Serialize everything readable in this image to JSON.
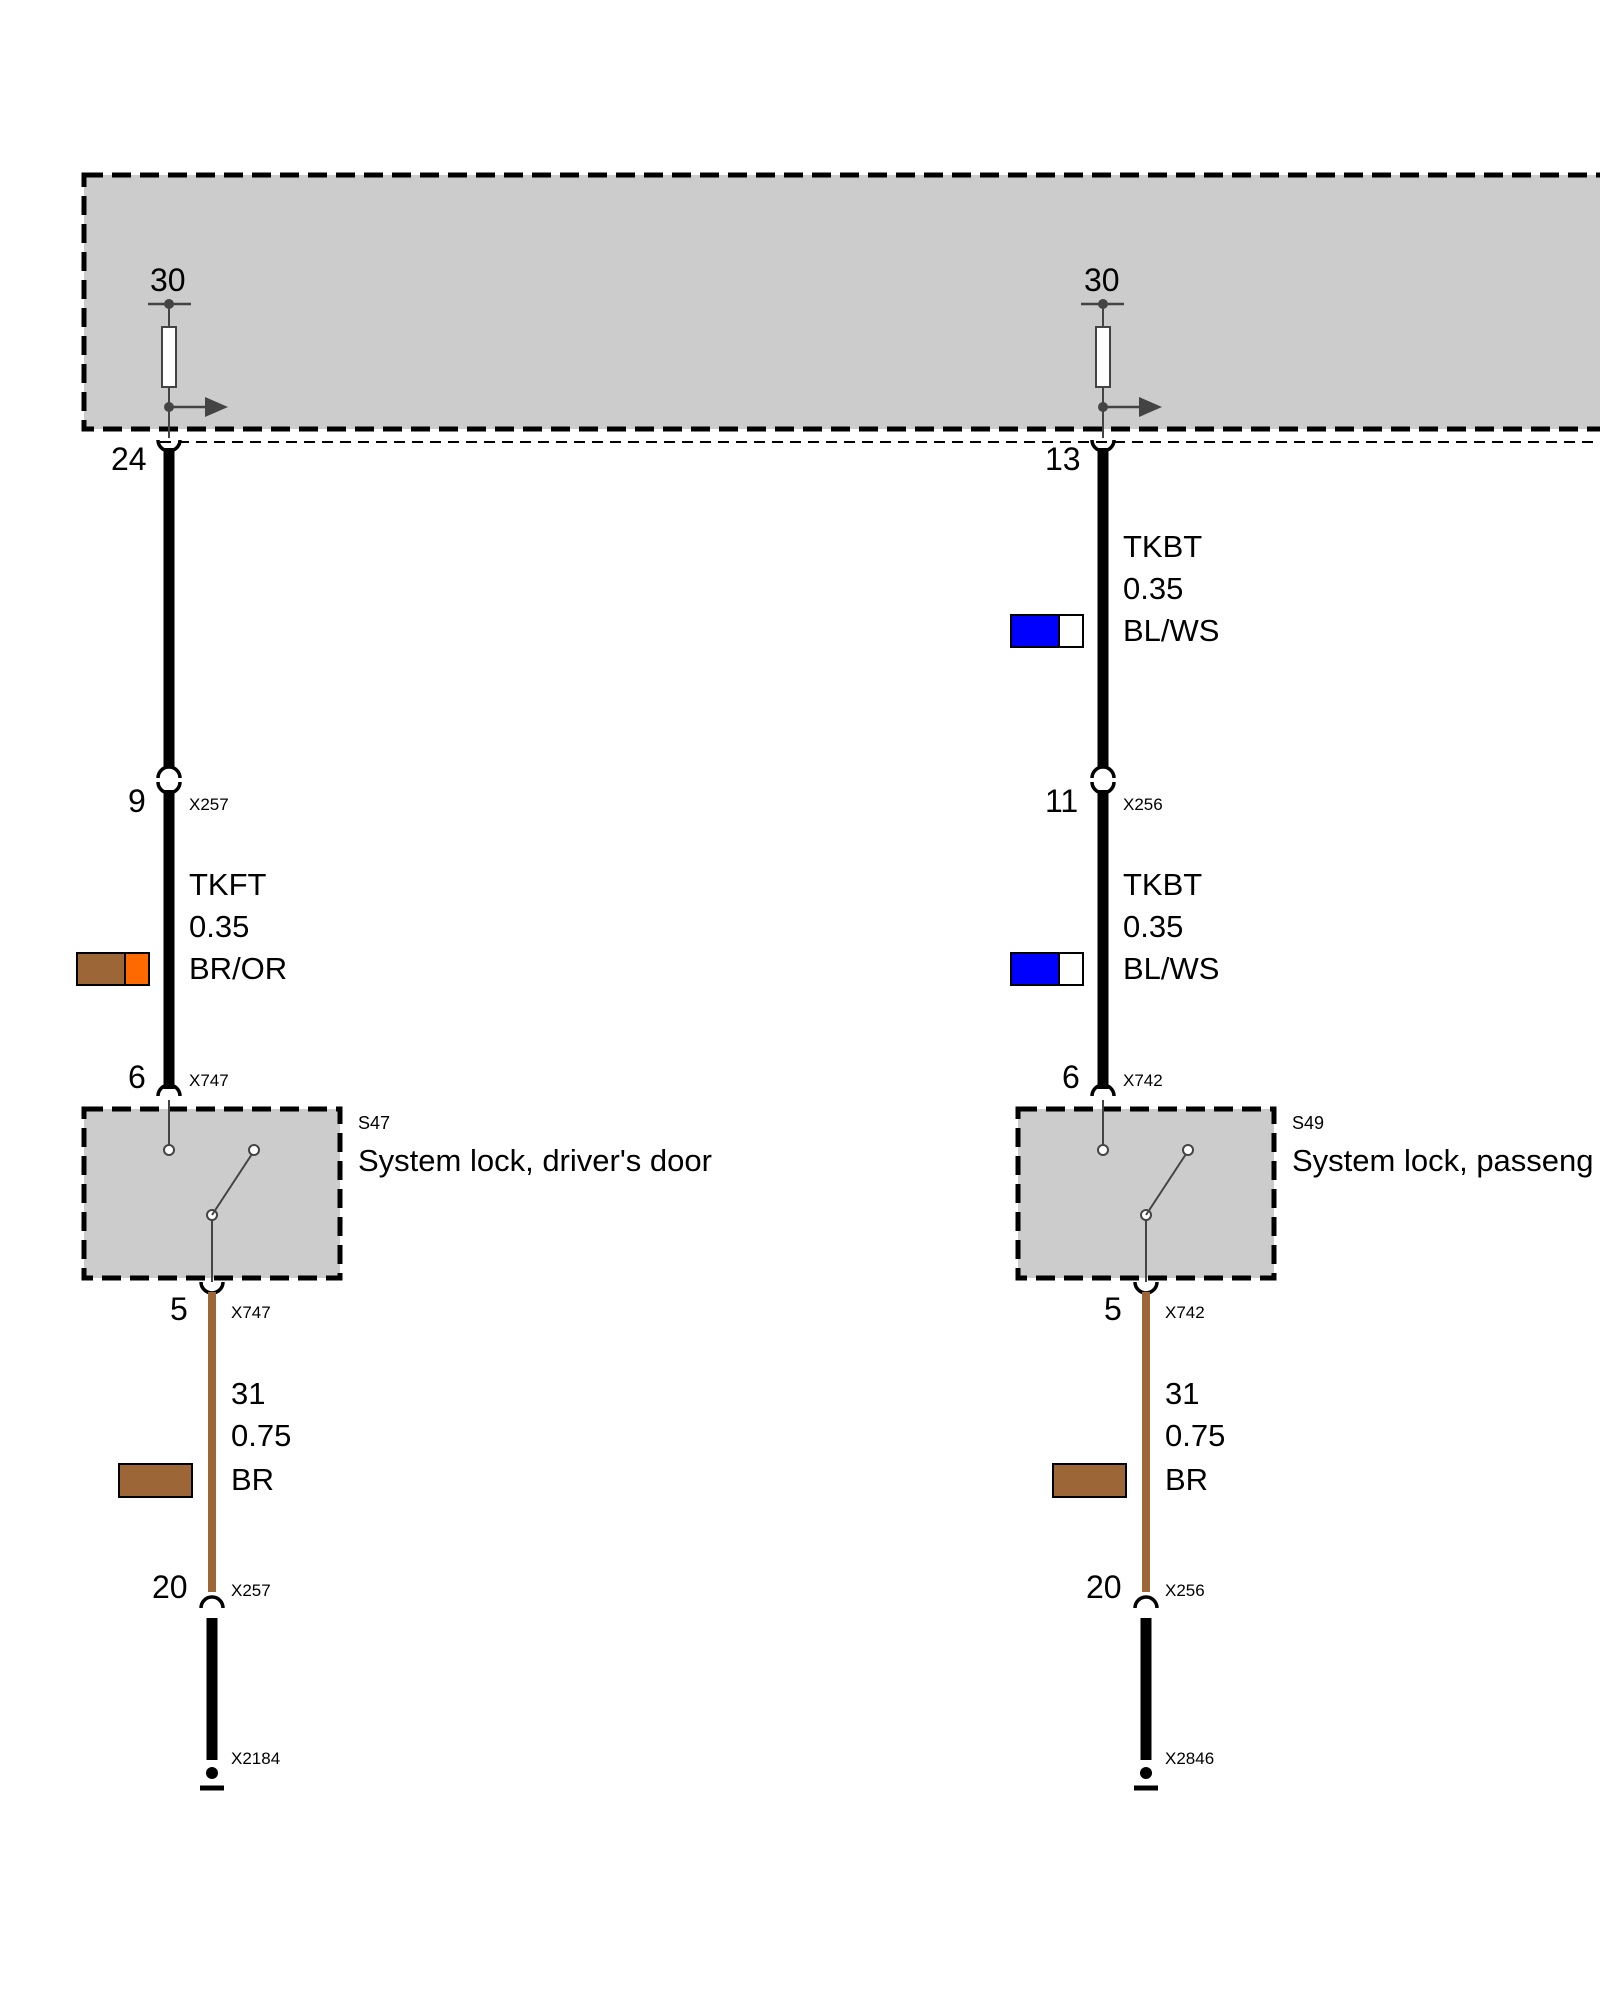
{
  "diagram": {
    "circuits": [
      {
        "terminal_label": "30",
        "pin_top": "24",
        "segment1": null,
        "pin_mid": "9",
        "conn_mid": "X257",
        "segment2": {
          "signal": "TKFT",
          "gauge": "0.35",
          "color_code": "BR/OR",
          "colors": [
            "#9c6636",
            "#ff6a00"
          ]
        },
        "pin_comp_in": "6",
        "conn_comp_in": "X747",
        "component": {
          "id": "S47",
          "description": "System lock, driver's door"
        },
        "pin_comp_out": "5",
        "conn_comp_out": "X747",
        "segment3": {
          "signal": "31",
          "gauge": "0.75",
          "color_code": "BR",
          "colors": [
            "#9c6636"
          ]
        },
        "pin_bottom": "20",
        "conn_bottom": "X257",
        "ground_conn": "X2184"
      },
      {
        "terminal_label": "30",
        "pin_top": "13",
        "segment1": {
          "signal": "TKBT",
          "gauge": "0.35",
          "color_code": "BL/WS",
          "colors": [
            "#0000ff",
            "#ffffff"
          ]
        },
        "pin_mid": "11",
        "conn_mid": "X256",
        "segment2": {
          "signal": "TKBT",
          "gauge": "0.35",
          "color_code": "BL/WS",
          "colors": [
            "#0000ff",
            "#ffffff"
          ]
        },
        "pin_comp_in": "6",
        "conn_comp_in": "X742",
        "component": {
          "id": "S49",
          "description": "System lock, passeng"
        },
        "pin_comp_out": "5",
        "conn_comp_out": "X742",
        "segment3": {
          "signal": "31",
          "gauge": "0.75",
          "color_code": "BR",
          "colors": [
            "#9c6636"
          ]
        },
        "pin_bottom": "20",
        "conn_bottom": "X256",
        "ground_conn": "X2846"
      }
    ],
    "colors": {
      "module_fill": "#cccccc",
      "wire_black": "#000000",
      "wire_brown": "#9c6636"
    }
  }
}
